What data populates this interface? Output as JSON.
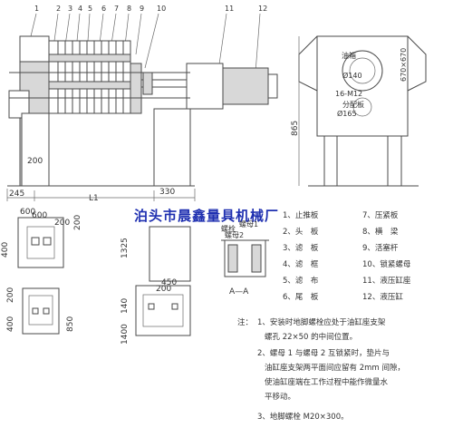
{
  "parts_top": [
    "1",
    "2",
    "3",
    "4",
    "5",
    "6",
    "7",
    "8",
    "9",
    "10",
    "11",
    "12"
  ],
  "main_dims": {
    "h200": "200",
    "w245": "245",
    "L1": "L1",
    "w330": "330",
    "h865": "865"
  },
  "end_view": {
    "oil_seal": "油箱",
    "phi140": "Ø140",
    "bolts": "16-M12",
    "phi165": "Ø165",
    "plate": "分配板",
    "dim": "670×670"
  },
  "foundation_left": {
    "d600a": "600",
    "d200a": "200",
    "d600b": "600",
    "d400": "400",
    "d200b": "200"
  },
  "foundation_bottom": {
    "d200": "200",
    "d400": "400",
    "d850": "850"
  },
  "foundation_mid": {
    "d450": "450",
    "d200": "200",
    "d140": "140",
    "d1400": "1400",
    "d1325": "1325"
  },
  "section": {
    "label": "A—A",
    "bolt_label": "螺栓",
    "nut_label": "螺母1",
    "nut2_label": "螺母2"
  },
  "legend": [
    {
      "no": "1、",
      "name": "止推板"
    },
    {
      "no": "2、",
      "name": "头　板"
    },
    {
      "no": "3、",
      "name": "滤　板"
    },
    {
      "no": "4、",
      "name": "滤　框"
    },
    {
      "no": "5、",
      "name": "滤　布"
    },
    {
      "no": "6、",
      "name": "尾　板"
    },
    {
      "no": "7、",
      "name": "压紧板"
    },
    {
      "no": "8、",
      "name": "横　梁"
    },
    {
      "no": "9、",
      "name": "活塞杆"
    },
    {
      "no": "10、",
      "name": "锁紧螺母"
    },
    {
      "no": "11、",
      "name": "液压缸座"
    },
    {
      "no": "12、",
      "name": "液压缸"
    }
  ],
  "notes": {
    "title": "注：",
    "lines": [
      "1、安装时地脚螺栓应处于油缸座支架",
      "螺孔 22×50 的中间位置。",
      "2、螺母 1 与螺母 2 互锁紧时，垫片与",
      "油缸座支架两平面间应留有 2mm 间隙，",
      "使油缸座端在工作过程中能作微量水",
      "平移动。",
      "3、地脚螺栓 M20×300。"
    ]
  },
  "watermark": "泊头市晨鑫量具机械厂"
}
